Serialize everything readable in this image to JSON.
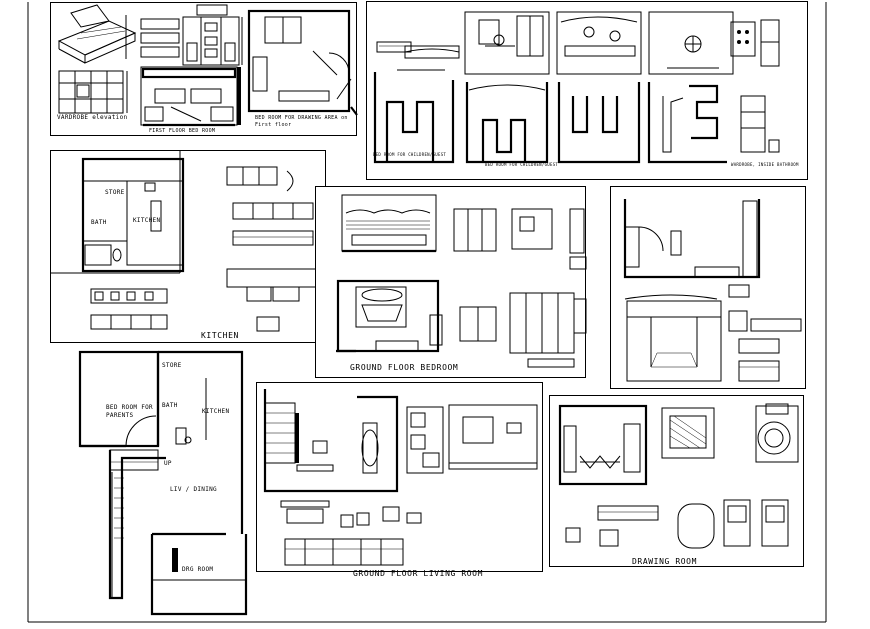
{
  "sheet": {
    "labels": {
      "wardrobe_elevation": "VARDROBE elevation",
      "first_floor_bed_room": "FIRST FLOOR BED ROOM",
      "bed_room_drawing_area": "BED ROOM FOR DRAWING AREA on First floor",
      "bed_room_children": "BED ROOM FOR CHILDREN/GUEST",
      "bed_room_children_2": "BED ROOM FOR CHILDREN/GUEST",
      "wardrobe_inside_bathroom": "WARDROBE, INSIDE BATHROOM",
      "kitchen_title": "KITCHEN",
      "store": "STORE",
      "bath": "BATH",
      "kitchen_room": "KITCHEN",
      "ground_floor_bedroom": "GROUND FLOOR BEDROOM",
      "bed_room_for_parents": "BED ROOM FOR PARENTS",
      "store_2": "STORE",
      "bath_2": "BATH",
      "kitchen_2": "KITCHEN",
      "up": "UP",
      "liv_dining": "LIV / DINING",
      "drg_room": "DRG ROOM",
      "ground_floor_living_room": "GROUND FLOOR LIVING ROOM",
      "drawing_room": "DRAWING ROOM"
    }
  }
}
